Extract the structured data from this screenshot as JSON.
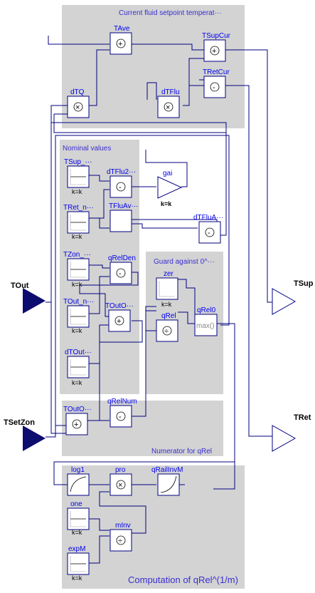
{
  "groups": {
    "current": "Current fluid setpoint temperat···",
    "nominal": "Nominal values",
    "guard": "Guard against 0^···",
    "numerator": "Numerator for qRel",
    "computation": "Computation of qRel^(1/m)"
  },
  "inputs": {
    "tout": "TOut",
    "tsetzon": "TSetZon"
  },
  "outputs": {
    "tsup": "TSup",
    "tret": "TRet"
  },
  "blocks": {
    "tave": "TAve",
    "tsupcur": "TSupCur",
    "tretcur": "TRetCur",
    "dtq": "dTQ",
    "dtflu": "dTFlu",
    "gai": "gai",
    "gai_k": "k=k",
    "tsup_nom": "TSup_···",
    "tret_nom": "TRet_n···",
    "tzon_nom": "TZon_···",
    "tout_nom": "TOut_n···",
    "dtout_nom": "dTOut···",
    "const_k": "k=k",
    "dtflu2": "dTFlu2···",
    "tfluav": "TFluAv···",
    "dtflua": "dTFluA···",
    "qrelden": "qRelDen",
    "touto": "TOutO···",
    "zer": "zer",
    "qrel": "qRel",
    "qrel0": "qRel0",
    "max_sym": "max()",
    "touto2": "TOutO···",
    "qrelnum": "qRelNum",
    "log1": "log1",
    "pro": "pro",
    "qrailinvm": "qRailInvM",
    "one": "one",
    "minv": "mInv",
    "expm": "expM"
  },
  "symbols": {
    "plus": "+",
    "minus": "-",
    "times": "×",
    "divide": "÷"
  }
}
